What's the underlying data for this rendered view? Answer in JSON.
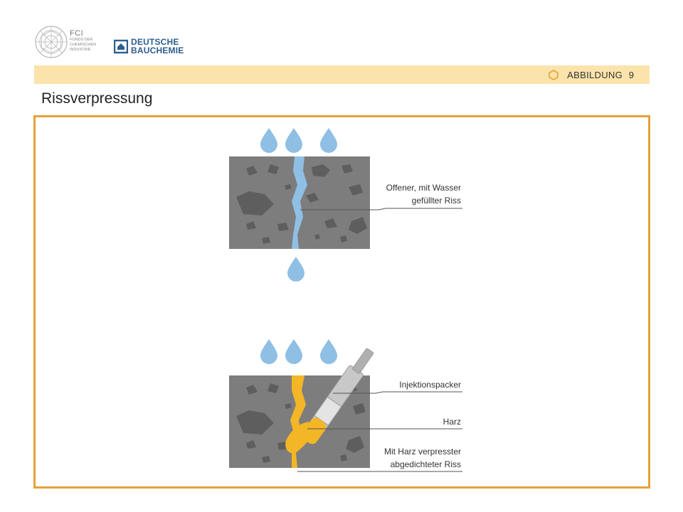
{
  "header": {
    "fci_logo": {
      "name": "FCI",
      "subtitle_lines": [
        "FONDS DER",
        "CHEMISCHEN",
        "INDUSTRIE"
      ]
    },
    "db_logo": {
      "line1": "DEUTSCHE",
      "line2": "BAUCHEMIE",
      "color": "#2e5d8e"
    },
    "banner": {
      "label": "ABBILDUNG",
      "number": "9",
      "color": "#fbe4ac",
      "icon": "hexagon-icon"
    }
  },
  "title": "Rissverpressung",
  "diagram": {
    "frame_color": "#e6a23a",
    "top_panel": {
      "callout_lines": [
        "Offener, mit Wasser",
        "gefüllter Riss"
      ]
    },
    "bottom_panel": {
      "callouts": [
        {
          "lines": [
            "Injektionspacker"
          ]
        },
        {
          "lines": [
            "Harz"
          ]
        },
        {
          "lines": [
            "Mit Harz verpresster",
            "abgedichteter Riss"
          ]
        }
      ]
    },
    "colors": {
      "concrete": "#7d7d7d",
      "aggregate": "#5e5e5e",
      "water": "#8fbfe4",
      "resin": "#f2b626",
      "packer": "#c8c8c8"
    }
  }
}
